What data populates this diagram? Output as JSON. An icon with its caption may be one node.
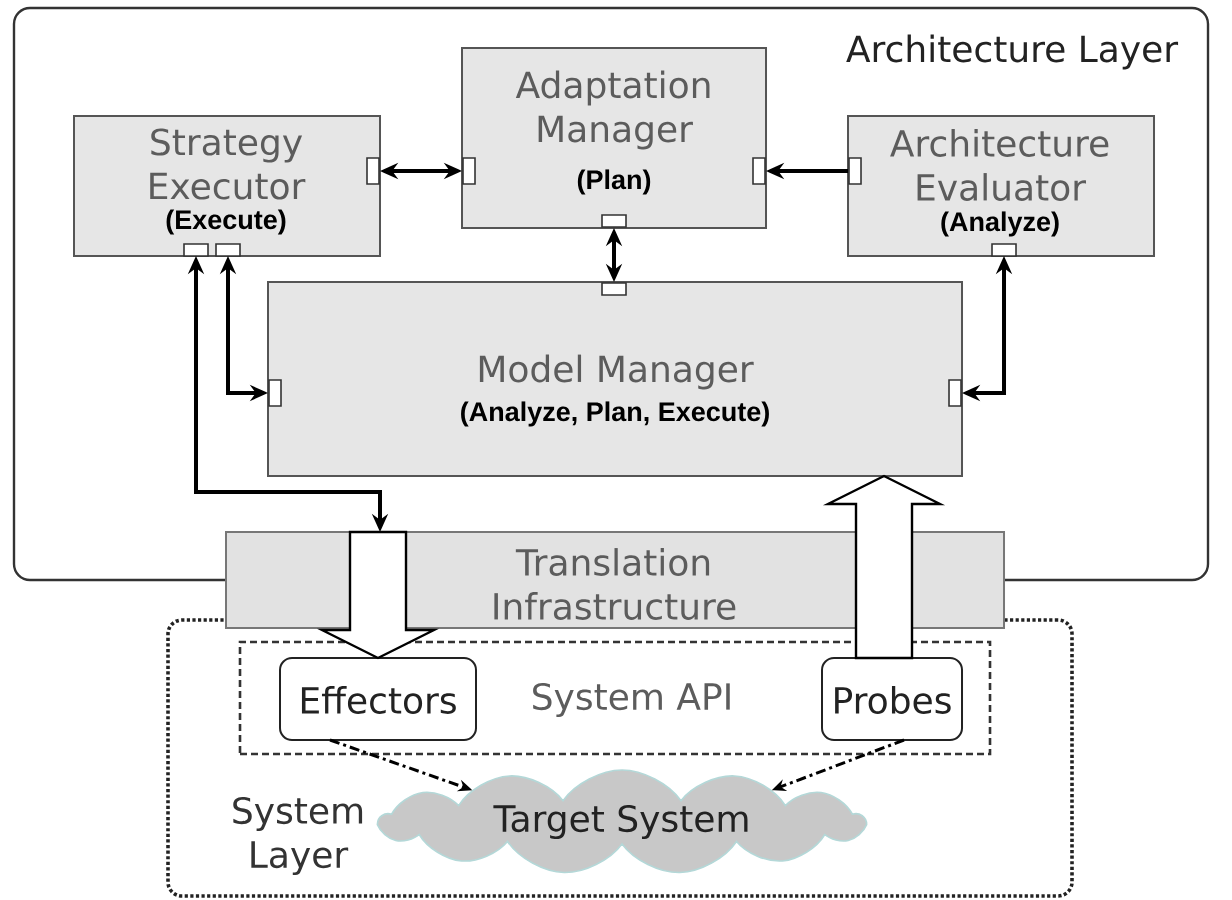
{
  "diagram": {
    "nodes": [
      {
        "text": [
          "Architecture Layer"
        ]
      },
      {
        "text": [
          "Strategy Executor",
          "(Execute)"
        ],
        "in": 0
      },
      {
        "text": [
          "Adaptation Manager",
          "(Plan)"
        ],
        "in": 0
      },
      {
        "text": [
          "Architecture Evaluator",
          "(Analyze)"
        ],
        "in": 0
      },
      {
        "text": [
          "Model Manager",
          "(Analyze, Plan, Execute)"
        ],
        "in": 0
      },
      {
        "text": [
          "Translation Infrastructure"
        ]
      },
      {
        "text": [
          "System Layer"
        ]
      },
      {
        "text": [
          "System API"
        ],
        "in": 6
      },
      {
        "text": [
          "Effectors"
        ],
        "in": 7
      },
      {
        "text": [
          "Probes"
        ],
        "in": 7
      },
      {
        "text": [
          "Target System"
        ],
        "in": 6
      }
    ],
    "edges": [
      {
        "from": 1,
        "to": 2,
        "arrow": "both"
      },
      {
        "from": 3,
        "to": 2,
        "arrow": "to"
      },
      {
        "from": 2,
        "to": 4,
        "arrow": "both"
      },
      {
        "from": 3,
        "to": 4,
        "arrow": "both"
      },
      {
        "from": 1,
        "to": 4,
        "arrow": "both"
      },
      {
        "from": 1,
        "to": 5,
        "arrow": "both"
      },
      {
        "from": 5,
        "to": 8,
        "arrow": "to",
        "style": "thick"
      },
      {
        "from": 9,
        "to": 4,
        "arrow": "to",
        "style": "thick"
      },
      {
        "from": 8,
        "to": 10,
        "arrow": "to",
        "style": "dashed"
      },
      {
        "from": 9,
        "to": 10,
        "arrow": "to",
        "style": "dashed"
      }
    ]
  }
}
